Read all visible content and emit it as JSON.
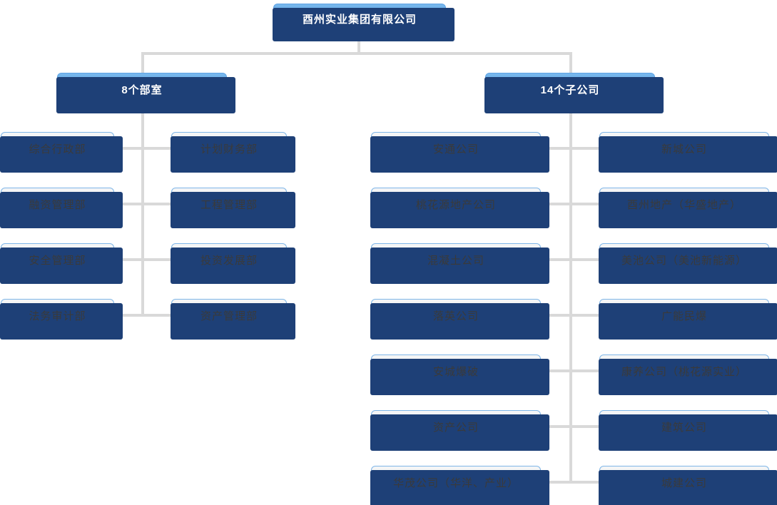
{
  "root": {
    "label": "酉州实业集团有限公司"
  },
  "branches": [
    {
      "id": "departments",
      "label": "8个部室",
      "children": [
        {
          "label": "综合行政部"
        },
        {
          "label": "计划财务部"
        },
        {
          "label": "融资管理部"
        },
        {
          "label": "工程管理部"
        },
        {
          "label": "安全管理部"
        },
        {
          "label": "投资发展部"
        },
        {
          "label": "法务审计部"
        },
        {
          "label": "资产管理部"
        }
      ]
    },
    {
      "id": "subsidiaries",
      "label": "14个子公司",
      "children": [
        {
          "label": "安通公司"
        },
        {
          "label": "新城公司"
        },
        {
          "label": "桃花源地产公司"
        },
        {
          "label": "酉州地产（华盛地产）"
        },
        {
          "label": "混凝土公司"
        },
        {
          "label": "美池公司（美池新能源）"
        },
        {
          "label": "落英公司"
        },
        {
          "label": "广能民爆"
        },
        {
          "label": "安城爆破"
        },
        {
          "label": "康养公司（桃花源实业）"
        },
        {
          "label": "资产公司"
        },
        {
          "label": "建筑公司"
        },
        {
          "label": "华茂公司（华洋、产业）"
        },
        {
          "label": "城建公司"
        }
      ]
    }
  ],
  "colors": {
    "node_gradient_top": "#79b8ec",
    "node_gradient_bottom": "#4691df",
    "shadow_navy": "#1e4077",
    "leaf_fill": "#f4f5f6",
    "leaf_border": "#7fb6e8",
    "leaf_text": "#3a3a3a",
    "connector": "#d9d9d9",
    "background": "#ffffff"
  }
}
